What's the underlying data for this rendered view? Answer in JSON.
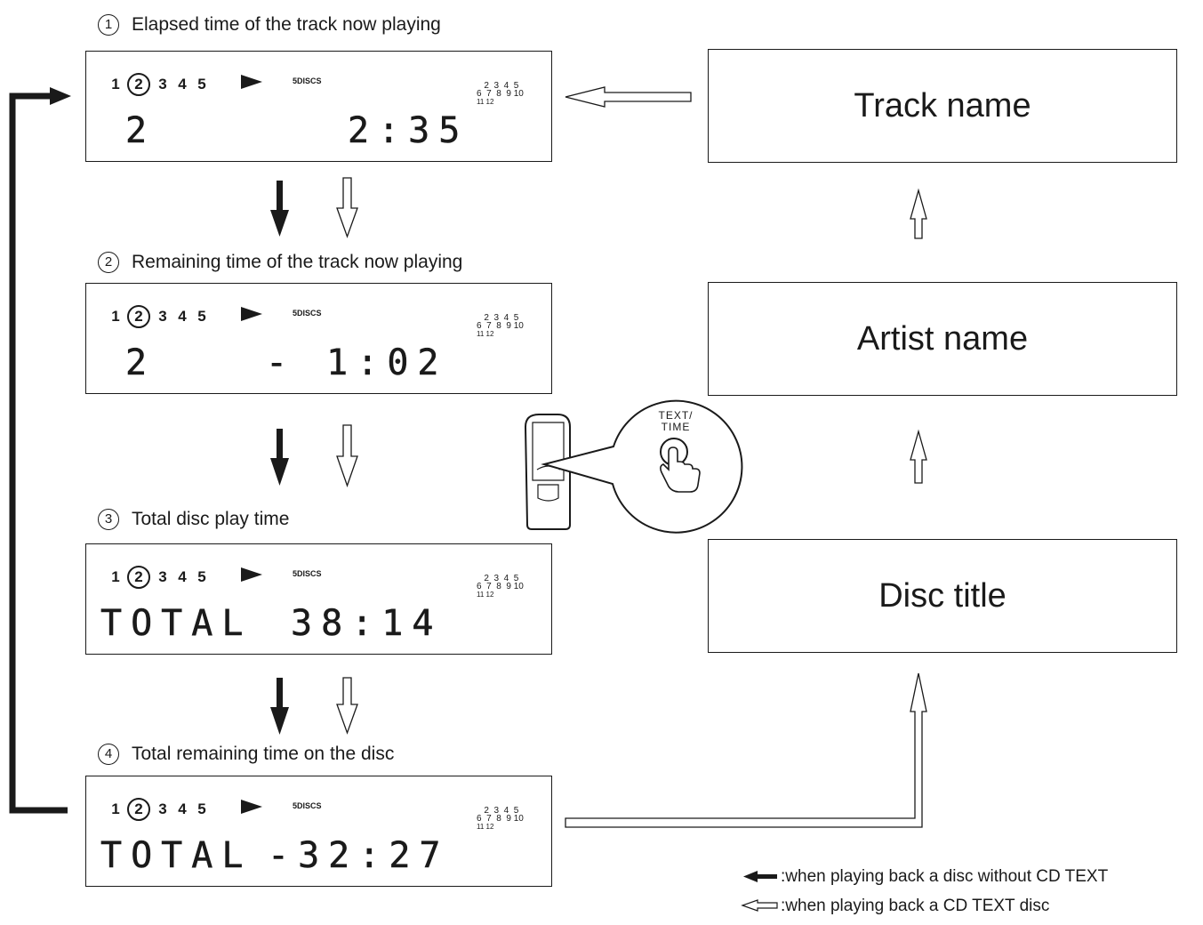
{
  "steps": [
    {
      "num": "1",
      "label": "Elapsed time of the track now playing",
      "left_text": "2",
      "right_text": "2:35"
    },
    {
      "num": "2",
      "label": "Remaining time of the track now playing",
      "left_text": "2",
      "right_text": "- 1:02"
    },
    {
      "num": "3",
      "label": "Total disc play time",
      "left_text": "TOTAL",
      "right_text": "38:14"
    },
    {
      "num": "4",
      "label": "Total remaining time on the disc",
      "left_text": "TOTAL",
      "right_text": "-32:27"
    }
  ],
  "display": {
    "discs": [
      "1",
      "2",
      "3",
      "4",
      "5"
    ],
    "selected_disc": "2",
    "discs_caption": "5DISCS",
    "track_rows": [
      "   2  3  4  5",
      "6  7  8  9 10",
      "11 12"
    ]
  },
  "text_boxes": [
    "Track name",
    "Artist name",
    "Disc title"
  ],
  "remote": {
    "button_label_line1": "TEXT/",
    "button_label_line2": "TIME"
  },
  "legend": [
    {
      "label": ":when playing back a disc without CD TEXT"
    },
    {
      "label": ":when playing back a CD TEXT disc"
    }
  ],
  "colors": {
    "ink": "#1a1a1a",
    "background": "#ffffff"
  }
}
